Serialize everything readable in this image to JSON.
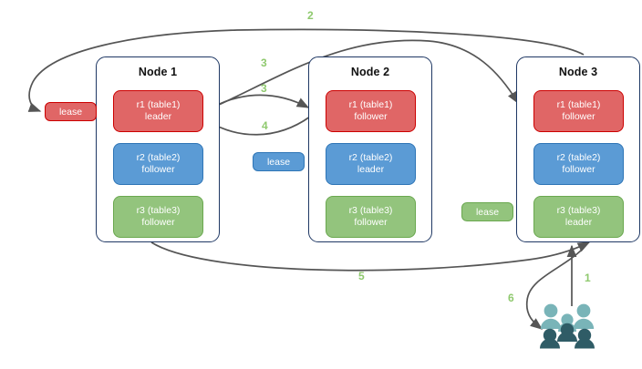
{
  "diagram": {
    "title": "Raft multi-node lease and request routing diagram",
    "background": "#ffffff",
    "colors": {
      "node_border": "#1F3864",
      "red": "#E06666",
      "red_border": "#CC0000",
      "blue": "#5B9BD5",
      "blue_border": "#2E75B6",
      "green": "#93C47D",
      "green_border": "#6AA84F",
      "edge": "#555555",
      "label_green": "#8FC96E",
      "users_light": "#79B4B8",
      "users_dark": "#2F5C66"
    }
  },
  "nodes": [
    {
      "id": "node1",
      "title": "Node 1",
      "replicas": [
        {
          "id": "n1r1",
          "line1": "r1 (table1)",
          "line2": "leader",
          "color": "red"
        },
        {
          "id": "n1r2",
          "line1": "r2 (table2)",
          "line2": "follower",
          "color": "blue"
        },
        {
          "id": "n1r3",
          "line1": "r3 (table3)",
          "line2": "follower",
          "color": "green"
        }
      ]
    },
    {
      "id": "node2",
      "title": "Node 2",
      "replicas": [
        {
          "id": "n2r1",
          "line1": "r1 (table1)",
          "line2": "follower",
          "color": "red"
        },
        {
          "id": "n2r2",
          "line1": "r2 (table2)",
          "line2": "leader",
          "color": "blue"
        },
        {
          "id": "n2r3",
          "line1": "r3 (table3)",
          "line2": "follower",
          "color": "green"
        }
      ]
    },
    {
      "id": "node3",
      "title": "Node 3",
      "replicas": [
        {
          "id": "n3r1",
          "line1": "r1 (table1)",
          "line2": "follower",
          "color": "red"
        },
        {
          "id": "n3r2",
          "line1": "r2 (table2)",
          "line2": "follower",
          "color": "blue"
        },
        {
          "id": "n3r3",
          "line1": "r3 (table3)",
          "line2": "leader",
          "color": "green"
        }
      ]
    }
  ],
  "leases": [
    {
      "id": "lease-red",
      "label": "lease",
      "color": "red"
    },
    {
      "id": "lease-blue",
      "label": "lease",
      "color": "blue"
    },
    {
      "id": "lease-green",
      "label": "lease",
      "color": "green"
    }
  ],
  "edge_labels": [
    {
      "id": "label-1",
      "text": "1"
    },
    {
      "id": "label-2",
      "text": "2"
    },
    {
      "id": "label-3a",
      "text": "3"
    },
    {
      "id": "label-3b",
      "text": "3"
    },
    {
      "id": "label-4",
      "text": "4"
    },
    {
      "id": "label-5",
      "text": "5"
    },
    {
      "id": "label-6",
      "text": "6"
    }
  ],
  "icons": {
    "users": "users-group-icon"
  }
}
